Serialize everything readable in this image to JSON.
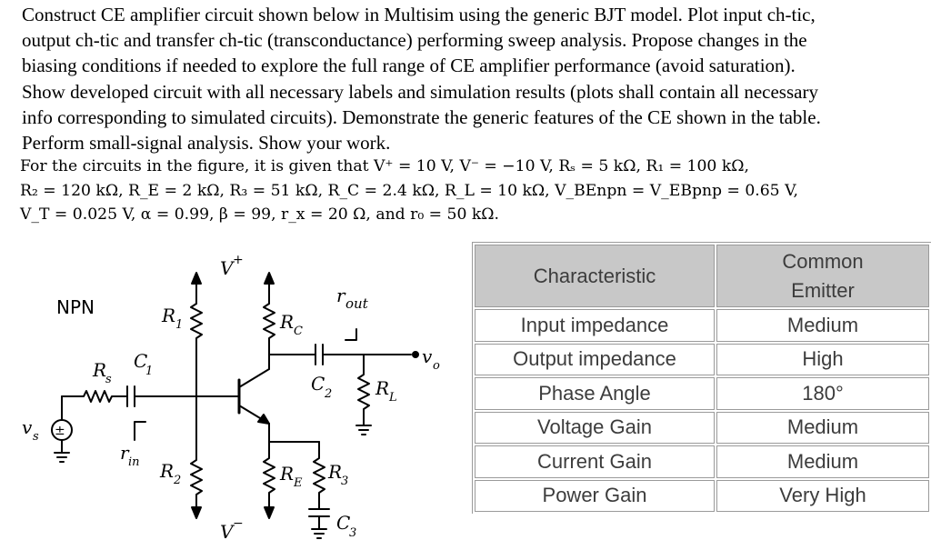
{
  "prompt": {
    "lines": [
      "Construct CE amplifier circuit shown below in Multisim using the generic BJT model. Plot input ch-tic,",
      "output ch-tic and transfer ch-tic (transconductance) performing sweep analysis. Propose changes in the",
      "biasing conditions if needed to explore the full range of CE amplifier performance (avoid saturation).",
      "Show developed circuit with all necessary labels and simulation results (plots shall contain all necessary",
      "info corresponding to simulated circuits).  Demonstrate the generic features of the CE shown in the table.",
      "Perform small-signal analysis. Show your work."
    ]
  },
  "given": {
    "lines": [
      "For the circuits in the figure, it is given that V⁺ = 10 V, V⁻ = −10 V, Rₛ = 5 kΩ, R₁ = 100 kΩ,",
      "R₂ = 120 kΩ, R_E = 2 kΩ, R₃ = 51 kΩ, R_C = 2.4 kΩ, R_L = 10 kΩ, V_BEnpn = V_EBpnp = 0.65 V,",
      "V_T = 0.025 V, α = 0.99, β = 99, r_x = 20 Ω, and r₀ = 50 kΩ."
    ]
  },
  "circuit": {
    "npn": "NPN",
    "vplus": "V",
    "vplus_sup": "+",
    "vminus": "V",
    "vminus_sup": "−",
    "r1": "R",
    "r1_sub": "1",
    "r2": "R",
    "r2_sub": "2",
    "rc": "R",
    "rc_sub": "C",
    "re": "R",
    "re_sub": "E",
    "r3": "R",
    "r3_sub": "3",
    "rl": "R",
    "rl_sub": "L",
    "rs": "R",
    "rs_sub": "s",
    "c1": "C",
    "c1_sub": "1",
    "c2": "C",
    "c2_sub": "2",
    "c3": "C",
    "c3_sub": "3",
    "vs": "v",
    "vs_sub": "s",
    "vo": "v",
    "vo_sub": "o",
    "rin": "r",
    "rin_sub": "in",
    "rout": "r",
    "rout_sub": "out",
    "source_symbol": "±"
  },
  "table": {
    "header": [
      "Characteristic",
      "Common",
      "Emitter"
    ],
    "rows": [
      {
        "characteristic": "Input impedance",
        "value": "Medium"
      },
      {
        "characteristic": "Output impedance",
        "value": "High"
      },
      {
        "characteristic": "Phase Angle",
        "value": "180°"
      },
      {
        "characteristic": "Voltage Gain",
        "value": "Medium"
      },
      {
        "characteristic": "Current Gain",
        "value": "Medium"
      },
      {
        "characteristic": "Power Gain",
        "value": "Very High"
      }
    ]
  }
}
